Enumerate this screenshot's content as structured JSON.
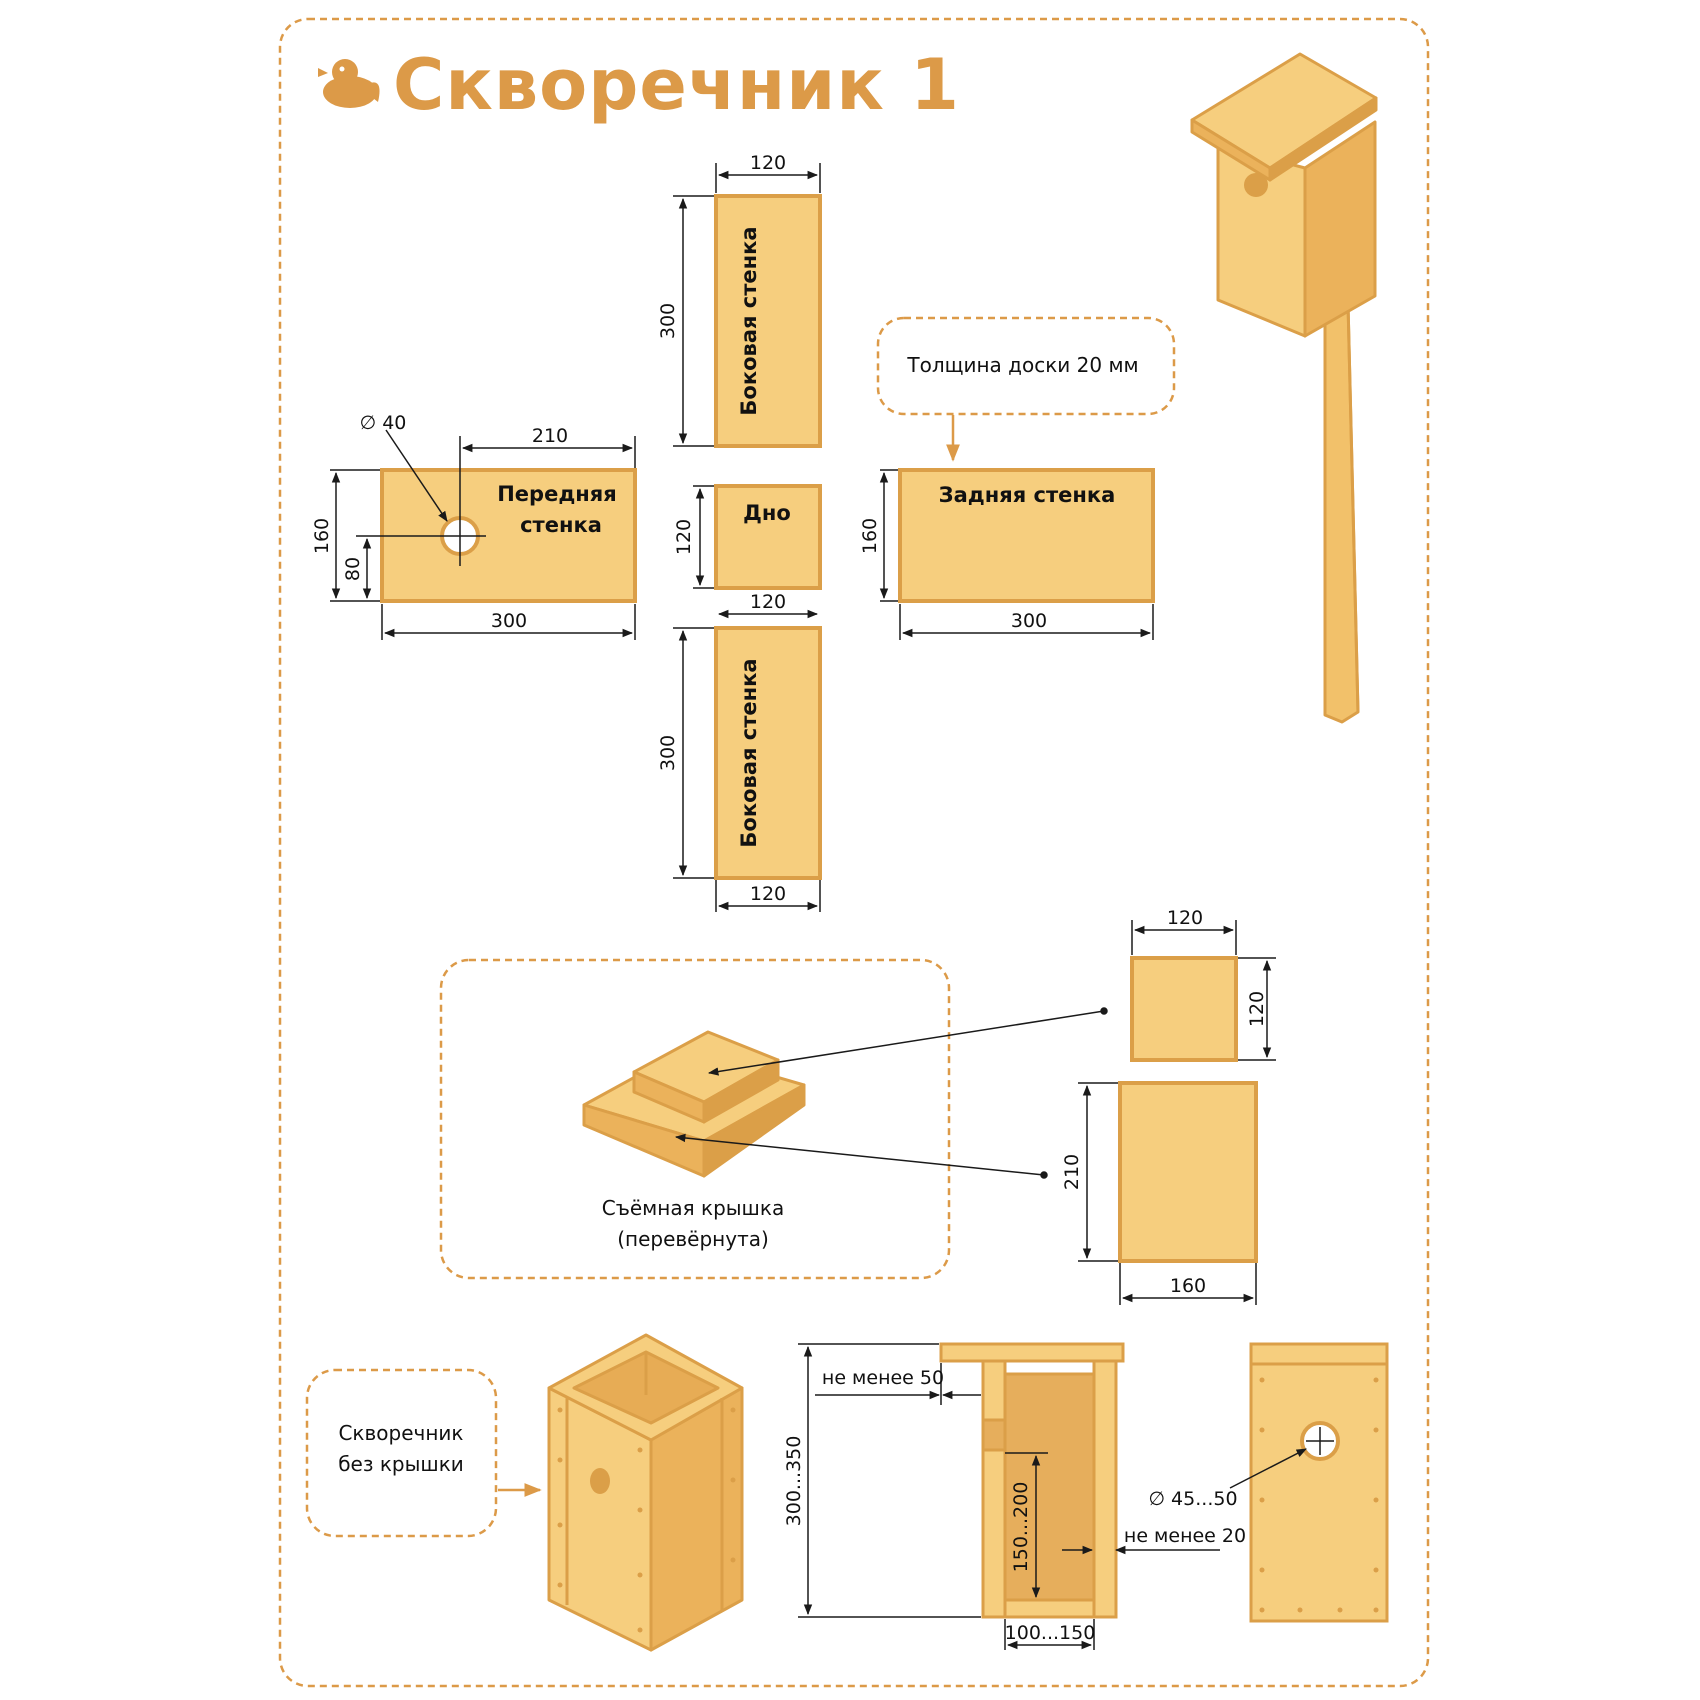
{
  "title": "Скворечник 1",
  "colors": {
    "wood": "#F6CE7E",
    "wood_dark": "#DB9F48",
    "accent": "#DC9A48",
    "line": "#1a1a1a"
  },
  "icons": {
    "logo": "bird-icon"
  },
  "notes": {
    "thickness": "Толщина доски 20 мм",
    "lid": [
      "Съёмная крышка",
      "(перевёрнута)"
    ],
    "no_lid": [
      "Скворечник",
      "без крышки"
    ]
  },
  "parts": {
    "front": {
      "label": [
        "Передняя",
        "стенка"
      ],
      "width": "300",
      "height": "160",
      "hole_offset_x": "210",
      "hole_height": "80",
      "hole_diameter": "∅ 40"
    },
    "side_top": {
      "label": "Боковая стенка",
      "width": "120",
      "height": "300"
    },
    "bottom": {
      "label": "Дно",
      "width": "120",
      "height": "120"
    },
    "side_bottom": {
      "label": "Боковая стенка",
      "width": "120",
      "height": "300"
    },
    "back": {
      "label": "Задняя стенка",
      "width": "300",
      "height": "160"
    },
    "lid_small": {
      "width": "120",
      "height": "120"
    },
    "lid_large": {
      "width": "160",
      "height": "210"
    }
  },
  "section": {
    "overhang": "не менее 50",
    "total_height": "300...350",
    "inner_height": "150...200",
    "inner_width": "100...150",
    "hole_diameter": "∅ 45...50",
    "wall_thickness": "не менее 20"
  }
}
